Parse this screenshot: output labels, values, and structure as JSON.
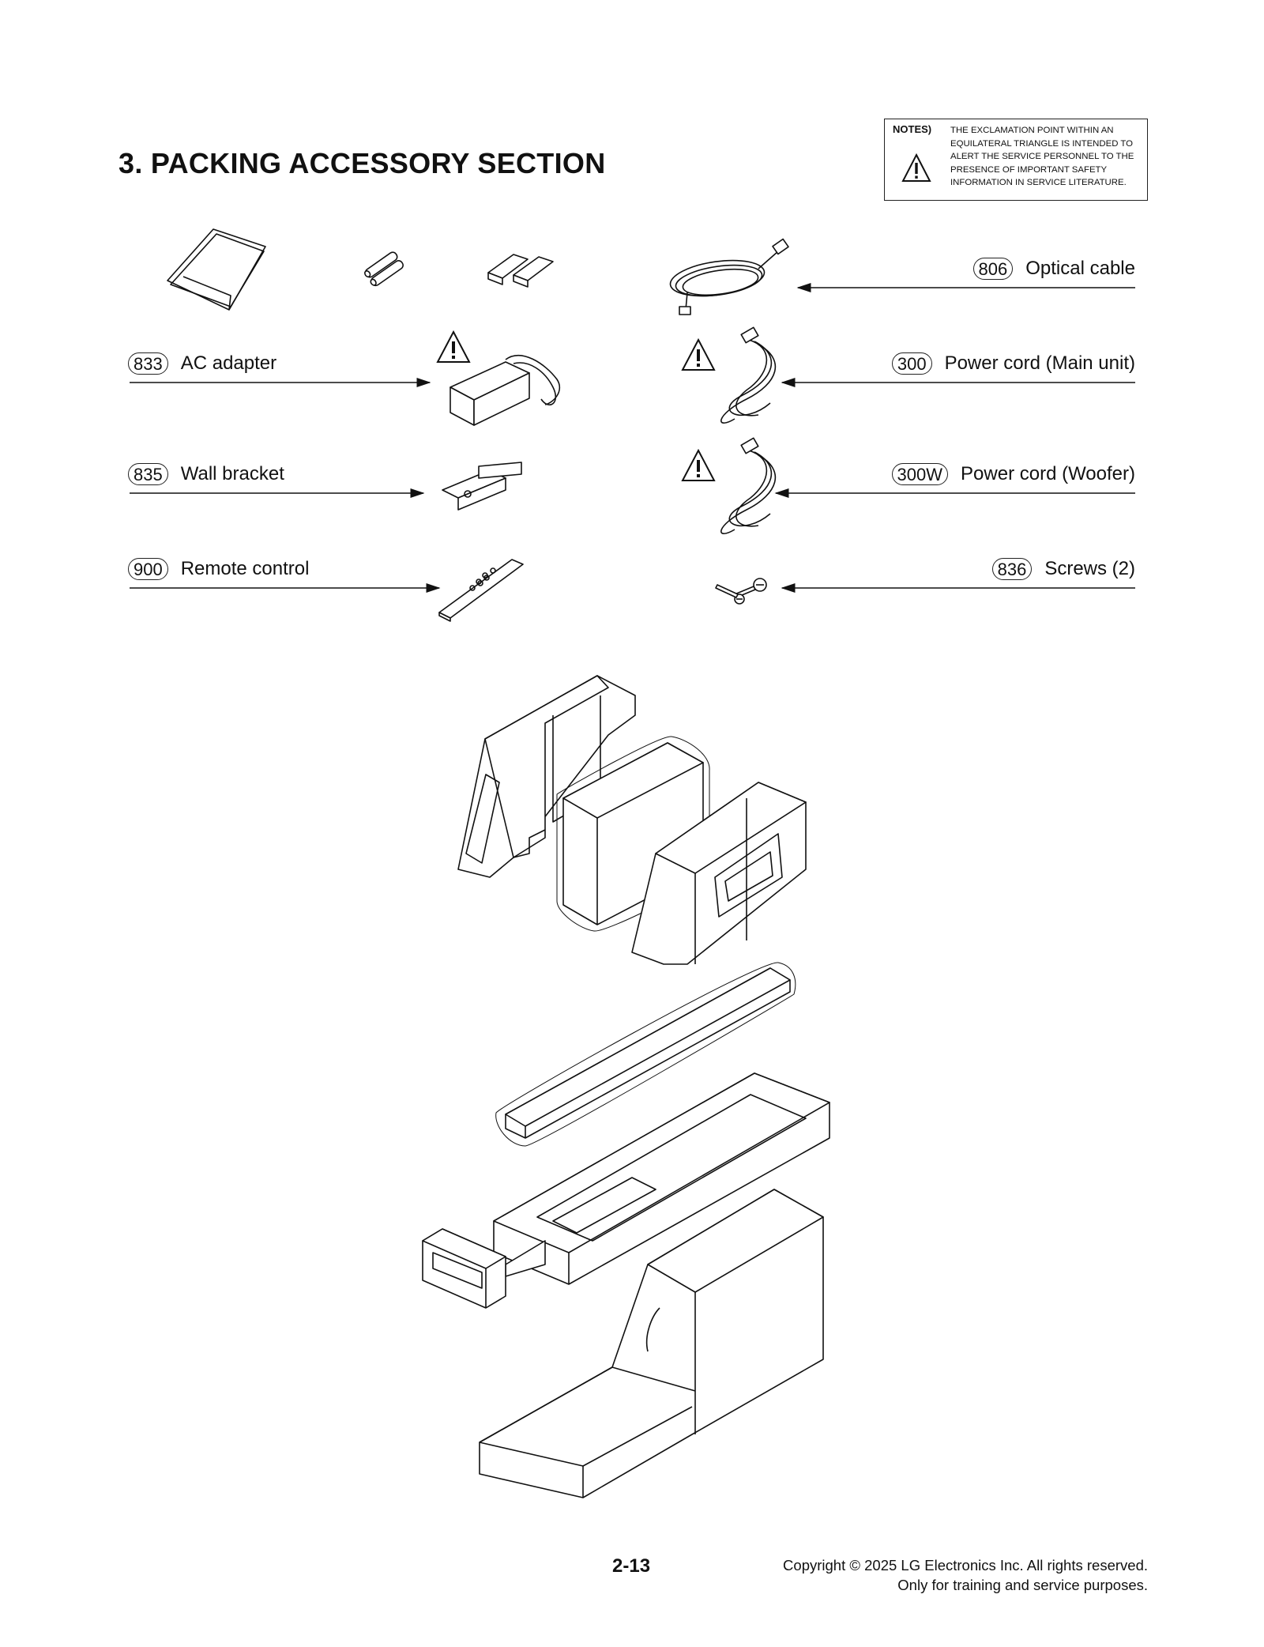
{
  "title": "3. PACKING ACCESSORY SECTION",
  "notes": {
    "label": "NOTES)",
    "text": "THE EXCLAMATION POINT WITHIN AN EQUILATERAL TRIANGLE IS INTENDED TO ALERT THE SERVICE PERSONNEL TO THE PRESENCE OF IMPORTANT SAFETY INFORMATION IN SERVICE LITERATURE."
  },
  "parts_left": [
    {
      "code": "833",
      "name": "AC adapter"
    },
    {
      "code": "835",
      "name": "Wall bracket"
    },
    {
      "code": "900",
      "name": "Remote control"
    }
  ],
  "parts_right": [
    {
      "code": "806",
      "name": "Optical cable"
    },
    {
      "code": "300",
      "name": "Power cord (Main unit)"
    },
    {
      "code": "300W",
      "name": "Power cord (Woofer)"
    },
    {
      "code": "836",
      "name": "Screws (2)"
    }
  ],
  "footer": {
    "page_number": "2-13",
    "copyright_line1": "Copyright © 2025 LG Electronics Inc. All rights reserved.",
    "copyright_line2": "Only for training and service purposes."
  }
}
